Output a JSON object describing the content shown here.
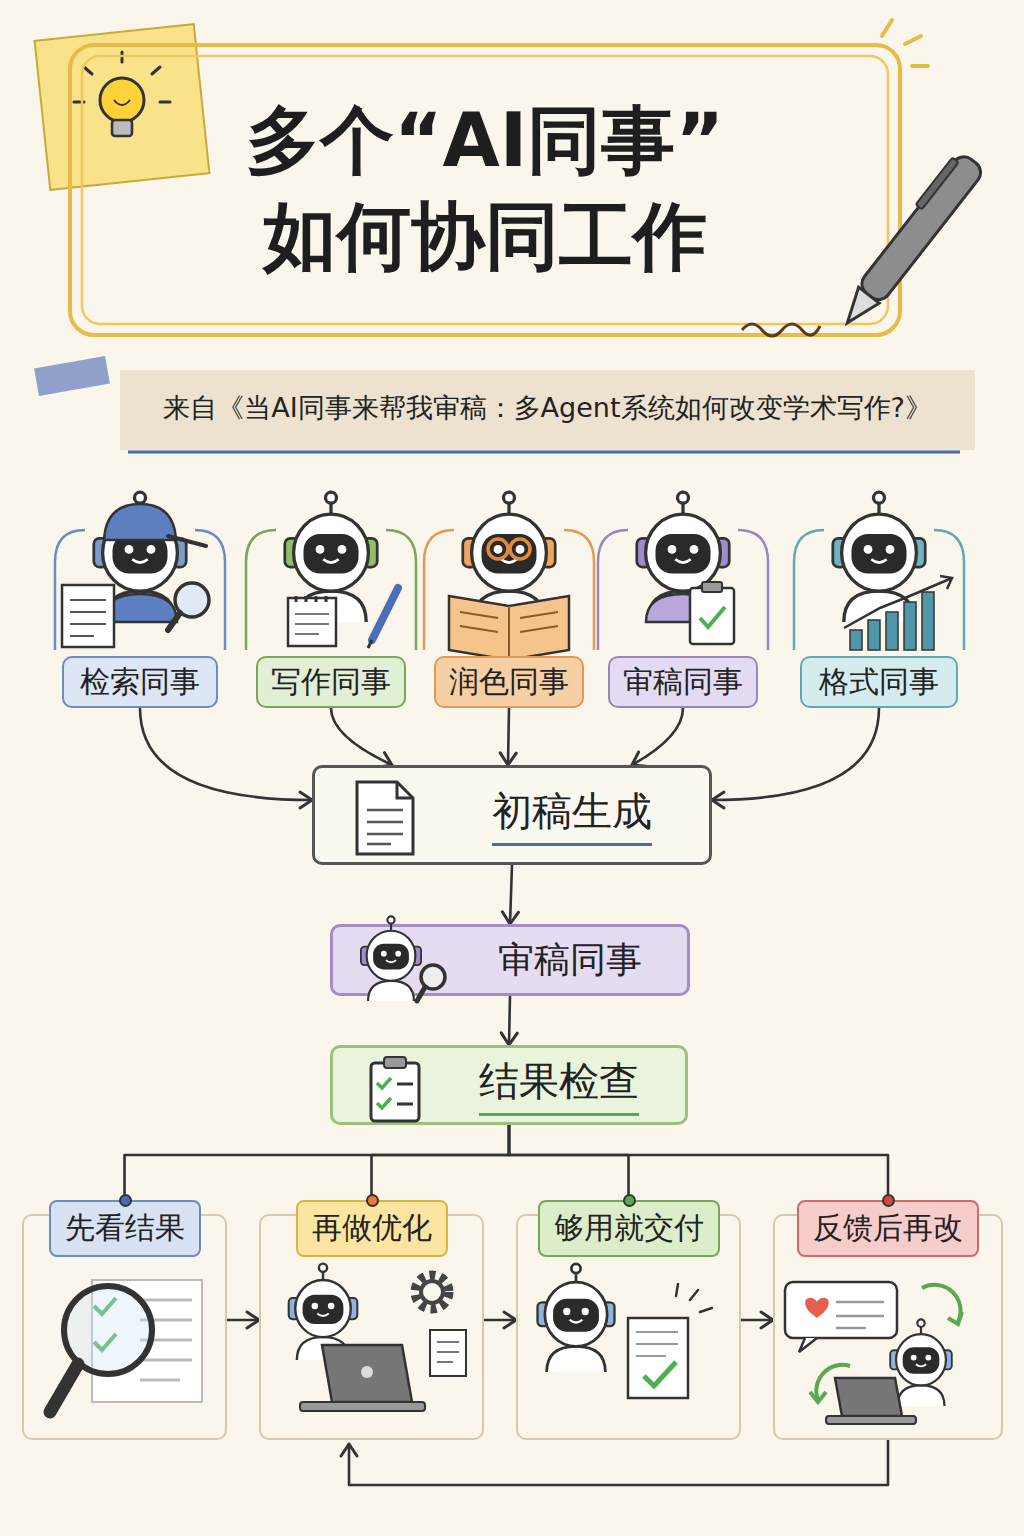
{
  "diagram": {
    "title": "多个“AI同事”如何协同工作",
    "caption": "来自《当AI同事来帮我审稿：多Agent系统如何改变学术写作?》",
    "nodes": [
      {
        "text": [
          "检索同事"
        ]
      },
      {
        "text": [
          "写作同事"
        ]
      },
      {
        "text": [
          "润色同事"
        ]
      },
      {
        "text": [
          "审稿同事"
        ]
      },
      {
        "text": [
          "格式同事"
        ]
      },
      {
        "text": [
          "初稿生成"
        ]
      },
      {
        "text": [
          "审稿同事"
        ]
      },
      {
        "text": [
          "结果检查"
        ]
      },
      {
        "text": [
          "先看结果"
        ]
      },
      {
        "text": [
          "再做优化"
        ]
      },
      {
        "text": [
          "够用就交付"
        ]
      },
      {
        "text": [
          "反馈后再改"
        ]
      }
    ],
    "edges": [
      {
        "from": 0,
        "to": 5,
        "arrow": "to"
      },
      {
        "from": 1,
        "to": 5,
        "arrow": "to"
      },
      {
        "from": 2,
        "to": 5,
        "arrow": "to"
      },
      {
        "from": 3,
        "to": 5,
        "arrow": "to"
      },
      {
        "from": 4,
        "to": 5,
        "arrow": "to"
      },
      {
        "from": 5,
        "to": 6,
        "arrow": "to"
      },
      {
        "from": 6,
        "to": 7,
        "arrow": "to"
      },
      {
        "from": 7,
        "to": 8,
        "arrow": "none"
      },
      {
        "from": 7,
        "to": 9,
        "arrow": "none"
      },
      {
        "from": 7,
        "to": 10,
        "arrow": "none"
      },
      {
        "from": 7,
        "to": 11,
        "arrow": "none"
      },
      {
        "from": 8,
        "to": 9,
        "arrow": "to"
      },
      {
        "from": 9,
        "to": 10,
        "arrow": "to"
      },
      {
        "from": 10,
        "to": 11,
        "arrow": "to"
      },
      {
        "from": 11,
        "to": 9,
        "arrow": "to"
      }
    ]
  }
}
